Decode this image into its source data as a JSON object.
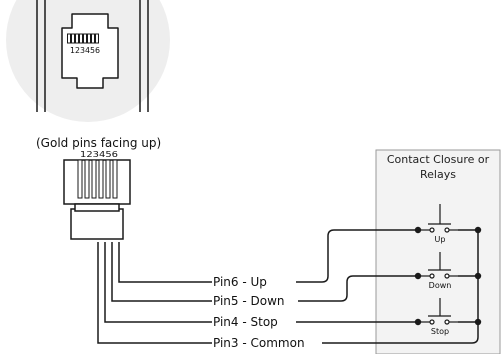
{
  "jack_label": "123456",
  "plug_label": "123456",
  "caption": "(Gold pins facing up)",
  "panel": {
    "title": "Contact Closure or Relays"
  },
  "wires": [
    {
      "label": "Pin6 - Up"
    },
    {
      "label": "Pin5 - Down"
    },
    {
      "label": "Pin4 - Stop"
    },
    {
      "label": "Pin3 - Common"
    }
  ],
  "switches": [
    {
      "label": "Up"
    },
    {
      "label": "Down"
    },
    {
      "label": "Stop"
    }
  ],
  "colors": {
    "line": "#1a1a1a",
    "panel_bg": "#f3f3f3",
    "panel_border": "#9a9a9a",
    "circle_bg": "#eeeeee"
  }
}
